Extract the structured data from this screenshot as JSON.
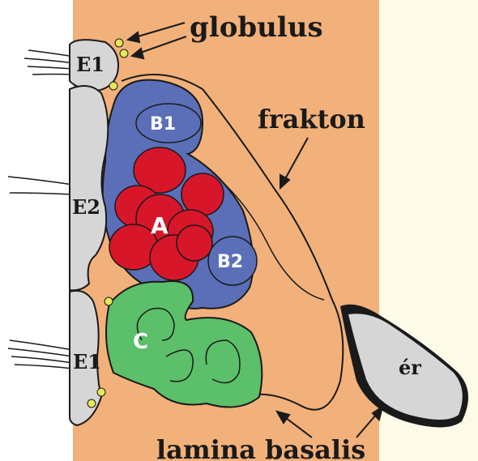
{
  "colors": {
    "tissue": "#f2b17a",
    "right_panel": "#fdfbe8",
    "epithelium": "#d6d6d6",
    "cell_b": "#5b6fb8",
    "cell_a": "#d8162a",
    "cell_c": "#5cbf6a",
    "globulus": "#e6e85a",
    "outline": "#1a1a1a"
  },
  "labels": {
    "globulus": "globulus",
    "frakton": "frakton",
    "lamina_basalis": "lamina basalis",
    "er": "ér",
    "e1_top": "E1",
    "e2": "E2",
    "e1_bottom": "E1",
    "b1": "B1",
    "b2": "B2",
    "a": "A",
    "c": "C"
  }
}
